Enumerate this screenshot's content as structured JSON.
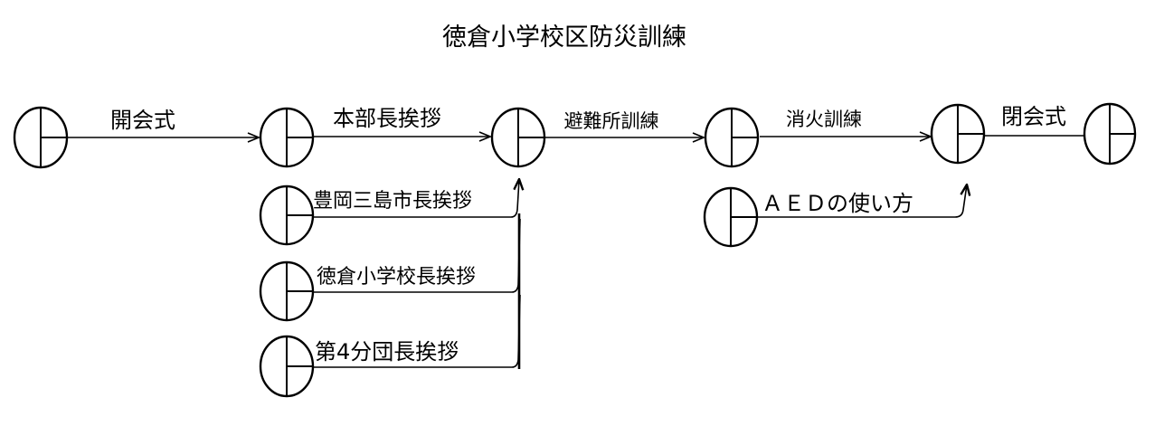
{
  "title": "徳倉小学校区防災訓練",
  "main_flow": [
    "開会式",
    "本部長挨拶",
    "避難所訓練",
    "消火訓練",
    "閉会式"
  ],
  "side_activities": [
    "豊岡三島市長挨拶",
    "徳倉小学校長挨拶",
    "第4分団長挨拶",
    "ＡＥＤの使い方"
  ]
}
